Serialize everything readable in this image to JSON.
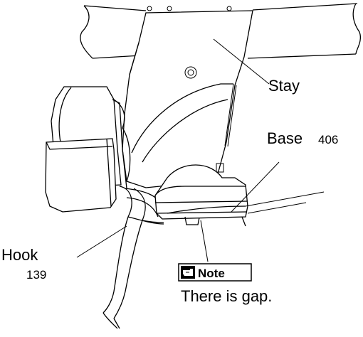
{
  "labels": {
    "stay": "Stay",
    "base": "Base",
    "base_number": "406",
    "hook": "Hook",
    "hook_number": "139",
    "note_badge": "Note",
    "note_text": "There is gap."
  },
  "icons": {
    "note": "pointing-hand-note-icon"
  },
  "colors": {
    "line": "#000000",
    "background": "#ffffff"
  }
}
